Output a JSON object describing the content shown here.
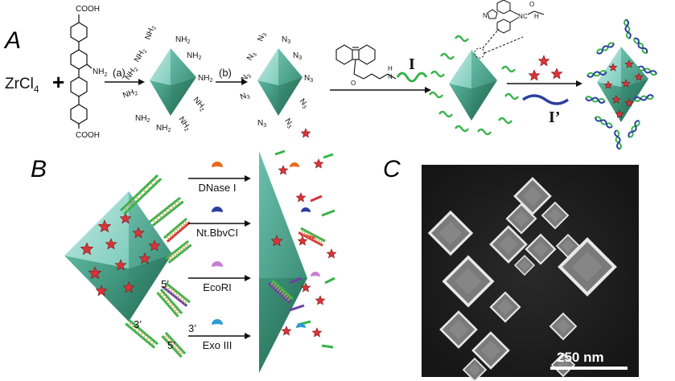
{
  "panel_a": {
    "letter": "A",
    "reactant": "ZrCl",
    "reactant_sub": "4",
    "plus": "+",
    "linker_cooh_top": "COOH",
    "linker_nh2": "NH",
    "linker_nh2_sub": "2",
    "linker_cooh_bottom": "COOH",
    "step_a": "(a)",
    "step_b": "(b)",
    "amine_group": "NH",
    "amine_sub": "2",
    "azide_group": "N",
    "azide_sub": "3",
    "dbco_o": "O",
    "dbco_h": "H",
    "dbco_n": "N",
    "strand_I": "I",
    "strand_I_prime": "I’",
    "triazole_n": "N",
    "triazole_c": "C",
    "triazole_o": "O",
    "triazole_h": "H"
  },
  "panel_b": {
    "letter": "B",
    "enzymes": [
      {
        "label": "DNase I",
        "color": "#e86a1e"
      },
      {
        "label": "Nt.BbvCI",
        "color": "#2b3fa0"
      },
      {
        "label": "EcoRI",
        "color": "#c87fd2"
      },
      {
        "label": "Exo III",
        "color": "#2e9ad6"
      }
    ],
    "end_5": "5’",
    "end_3": "3’"
  },
  "panel_c": {
    "letter": "C",
    "scale_bar": "250 nm"
  },
  "colors": {
    "mof_light": "#9fd8d0",
    "mof_mid": "#5fb7a3",
    "mof_dark": "#2f7f66",
    "dna_green": "#37b34a",
    "dna_blue": "#2b3fa0",
    "star_red": "#d9343a",
    "sem_bg": "#1e1e1e"
  }
}
